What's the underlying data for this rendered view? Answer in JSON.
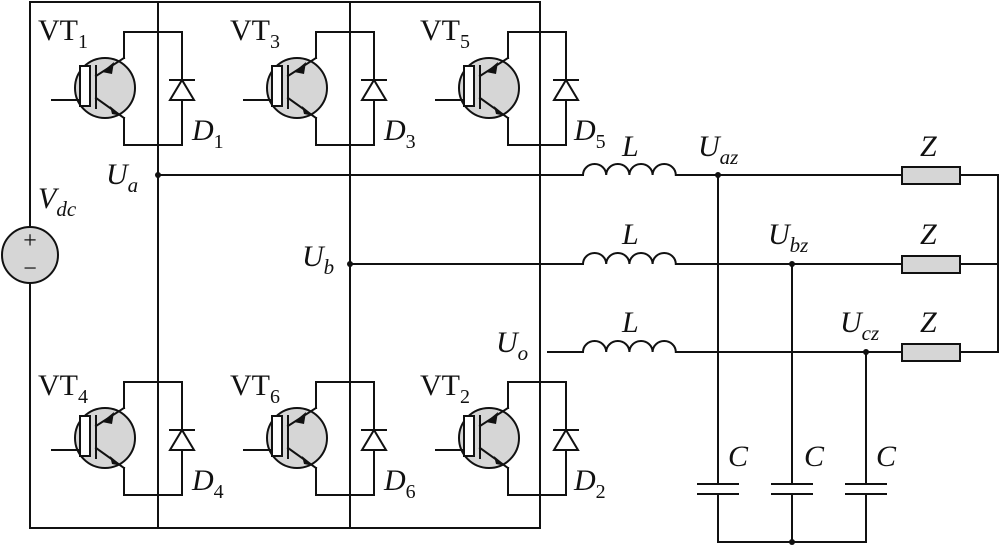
{
  "source": {
    "positive": "+",
    "negative": "−"
  },
  "labels": {
    "vdc": {
      "main": "V",
      "sub": "dc"
    },
    "ua": {
      "main": "U",
      "sub": "a"
    },
    "ub": {
      "main": "U",
      "sub": "b"
    },
    "uo": {
      "main": "U",
      "sub": "o"
    },
    "uaz": {
      "main": "U",
      "sub": "az"
    },
    "ubz": {
      "main": "U",
      "sub": "bz"
    },
    "ucz": {
      "main": "U",
      "sub": "cz"
    },
    "vt1": {
      "main": "VT",
      "sub": "1"
    },
    "vt3": {
      "main": "VT",
      "sub": "3"
    },
    "vt5": {
      "main": "VT",
      "sub": "5"
    },
    "vt4": {
      "main": "VT",
      "sub": "4"
    },
    "vt6": {
      "main": "VT",
      "sub": "6"
    },
    "vt2": {
      "main": "VT",
      "sub": "2"
    },
    "d1": {
      "main": "D",
      "sub": "1"
    },
    "d3": {
      "main": "D",
      "sub": "3"
    },
    "d5": {
      "main": "D",
      "sub": "5"
    },
    "d4": {
      "main": "D",
      "sub": "4"
    },
    "d6": {
      "main": "D",
      "sub": "6"
    },
    "d2": {
      "main": "D",
      "sub": "2"
    },
    "l": "L",
    "z": "Z",
    "c": "C"
  }
}
